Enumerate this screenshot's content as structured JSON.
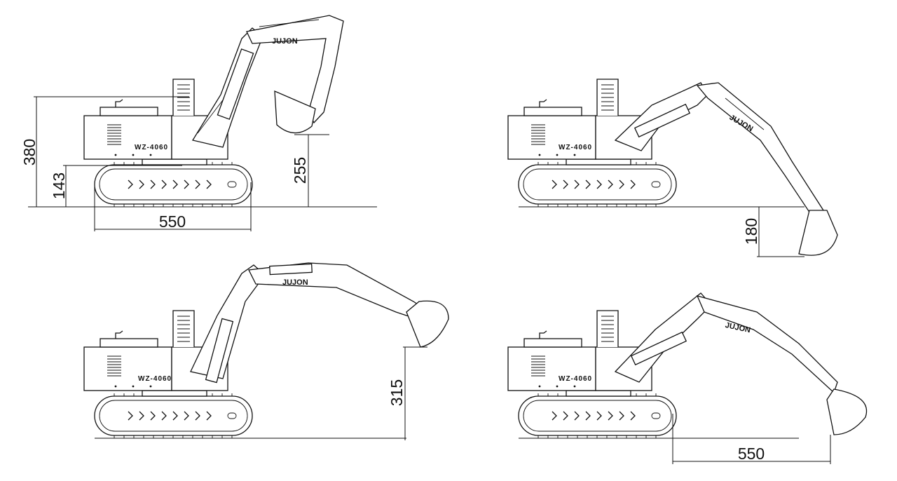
{
  "brand": "JUJON",
  "model": "WZ-4060",
  "views": [
    {
      "id": "view-1",
      "dims": [
        "380",
        "143",
        "550",
        "255"
      ]
    },
    {
      "id": "view-2",
      "dims": [
        "180"
      ]
    },
    {
      "id": "view-3",
      "dims": [
        "315"
      ]
    },
    {
      "id": "view-4",
      "dims": [
        "550"
      ]
    }
  ]
}
